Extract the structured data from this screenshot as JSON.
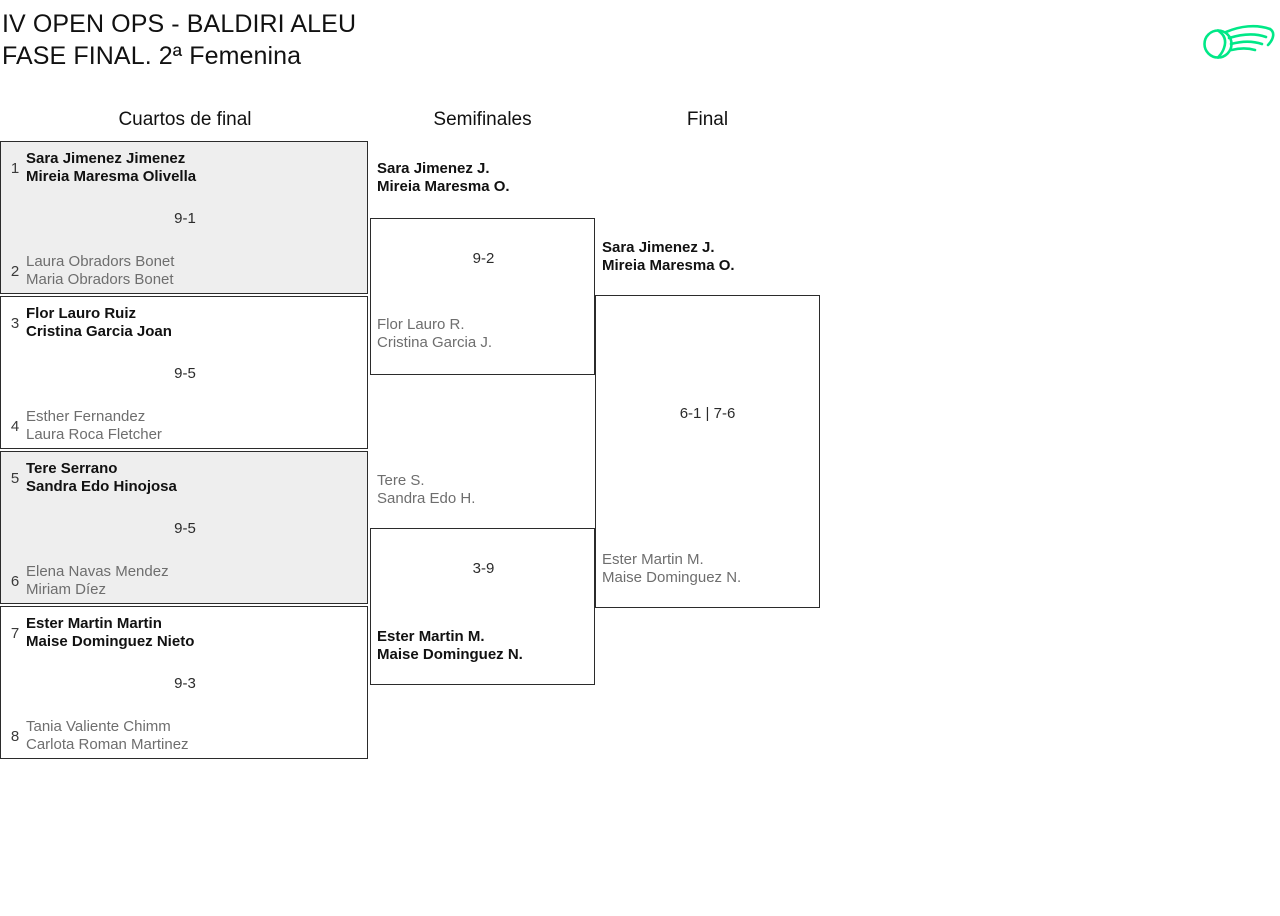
{
  "header": {
    "title_line1": "IV OPEN OPS - BALDIRI ALEU",
    "title_line2": "FASE FINAL. 2ª Femenina",
    "logo_name": "tennis-ball-swoosh-logo",
    "logo_color": "#00e887"
  },
  "columns": {
    "quarterfinals": "Cuartos de final",
    "semifinals": "Semifinales",
    "final": "Final"
  },
  "quarterfinals": [
    {
      "seed_top": "1",
      "top_p1": "Sara Jimenez Jimenez",
      "top_p2": "Mireia Maresma Olivella",
      "seed_bottom": "2",
      "bottom_p1": "Laura Obradors Bonet",
      "bottom_p2": "Maria Obradors Bonet",
      "score": "9-1",
      "winner": "top",
      "shaded": true
    },
    {
      "seed_top": "3",
      "top_p1": "Flor Lauro Ruiz",
      "top_p2": "Cristina Garcia Joan",
      "seed_bottom": "4",
      "bottom_p1": "Esther Fernandez",
      "bottom_p2": "Laura Roca Fletcher",
      "score": "9-5",
      "winner": "top",
      "shaded": false
    },
    {
      "seed_top": "5",
      "top_p1": "Tere Serrano",
      "top_p2": "Sandra Edo Hinojosa",
      "seed_bottom": "6",
      "bottom_p1": "Elena Navas Mendez",
      "bottom_p2": "Miriam Díez",
      "score": "9-5",
      "winner": "top",
      "shaded": true
    },
    {
      "seed_top": "7",
      "top_p1": "Ester Martin Martin",
      "top_p2": "Maise Dominguez Nieto",
      "seed_bottom": "8",
      "bottom_p1": "Tania Valiente Chimm",
      "bottom_p2": "Carlota Roman Martinez",
      "score": "9-3",
      "winner": "top",
      "shaded": false
    }
  ],
  "semifinals": [
    {
      "top_p1": "Sara Jimenez J.",
      "top_p2": "Mireia Maresma O.",
      "bottom_p1": "Flor Lauro R.",
      "bottom_p2": "Cristina Garcia J.",
      "score": "9-2",
      "winner": "top"
    },
    {
      "top_p1": "Tere S.",
      "top_p2": "Sandra Edo H.",
      "bottom_p1": "Ester Martin M.",
      "bottom_p2": "Maise Dominguez N.",
      "score": "3-9",
      "winner": "bottom"
    }
  ],
  "final": {
    "top_p1": "Sara Jimenez J.",
    "top_p2": "Mireia Maresma O.",
    "bottom_p1": "Ester Martin M.",
    "bottom_p2": "Maise Dominguez N.",
    "score": "6-1 | 7-6",
    "winner": "top"
  }
}
